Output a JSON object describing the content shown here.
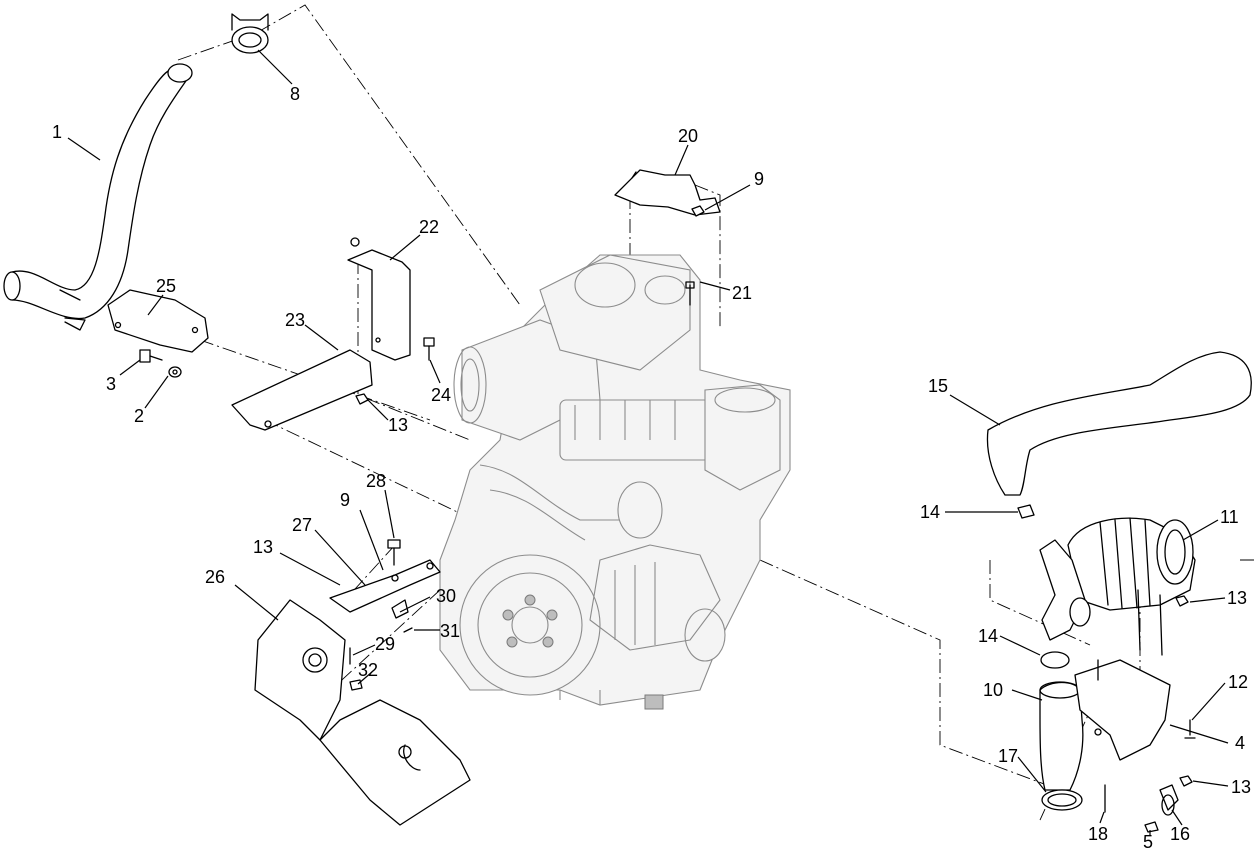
{
  "callouts": [
    {
      "id": "c1",
      "text": "1"
    },
    {
      "id": "c8",
      "text": "8"
    },
    {
      "id": "c25",
      "text": "25"
    },
    {
      "id": "c3",
      "text": "3"
    },
    {
      "id": "c2",
      "text": "2"
    },
    {
      "id": "c20",
      "text": "20"
    },
    {
      "id": "c9a",
      "text": "9"
    },
    {
      "id": "c22",
      "text": "22"
    },
    {
      "id": "c21",
      "text": "21"
    },
    {
      "id": "c23",
      "text": "23"
    },
    {
      "id": "c24",
      "text": "24"
    },
    {
      "id": "c13a",
      "text": "13"
    },
    {
      "id": "c15",
      "text": "15"
    },
    {
      "id": "c28",
      "text": "28"
    },
    {
      "id": "c9b",
      "text": "9"
    },
    {
      "id": "c27",
      "text": "27"
    },
    {
      "id": "c13b",
      "text": "13"
    },
    {
      "id": "c26",
      "text": "26"
    },
    {
      "id": "c30",
      "text": "30"
    },
    {
      "id": "c29",
      "text": "29"
    },
    {
      "id": "c31",
      "text": "31"
    },
    {
      "id": "c32",
      "text": "32"
    },
    {
      "id": "c14a",
      "text": "14"
    },
    {
      "id": "c11",
      "text": "11"
    },
    {
      "id": "c13c",
      "text": "13"
    },
    {
      "id": "c14b",
      "text": "14"
    },
    {
      "id": "c10",
      "text": "10"
    },
    {
      "id": "c12",
      "text": "12"
    },
    {
      "id": "c4",
      "text": "4"
    },
    {
      "id": "c17",
      "text": "17"
    },
    {
      "id": "c13d",
      "text": "13"
    },
    {
      "id": "c18",
      "text": "18"
    },
    {
      "id": "c5",
      "text": "5"
    },
    {
      "id": "c16",
      "text": "16"
    }
  ]
}
